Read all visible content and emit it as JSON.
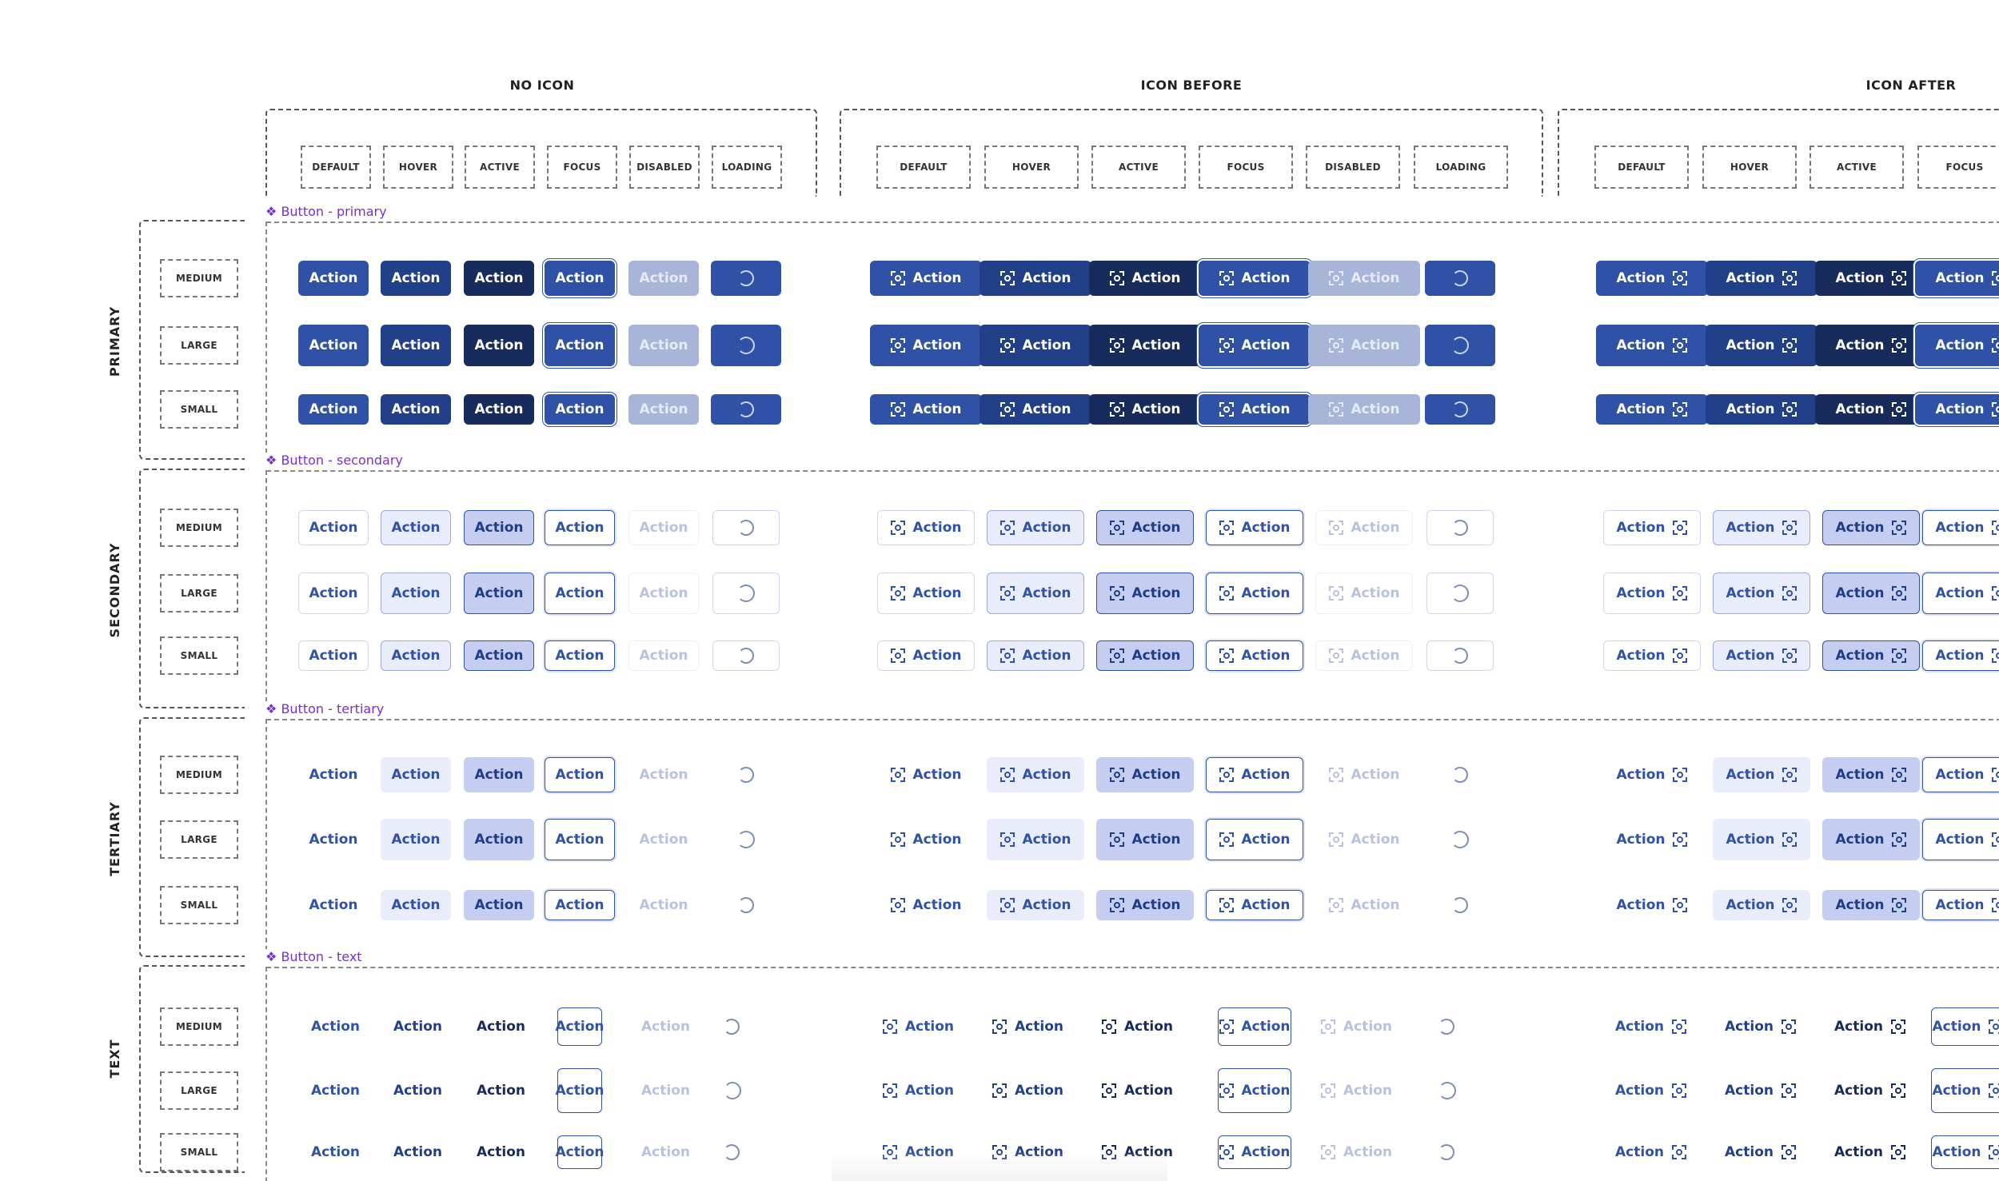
{
  "columns": {
    "groups": [
      "NO ICON",
      "ICON BEFORE",
      "ICON AFTER"
    ],
    "states": [
      "DEFAULT",
      "HOVER",
      "ACTIVE",
      "FOCUS",
      "DISABLED",
      "LOADING"
    ]
  },
  "sections": [
    {
      "title": "Button - primary",
      "label": "PRIMARY"
    },
    {
      "title": "Button - secondary",
      "label": "SECONDARY"
    },
    {
      "title": "Button - tertiary",
      "label": "TERTIARY"
    },
    {
      "title": "Button - text",
      "label": "TEXT"
    }
  ],
  "section_marker": "❖",
  "sizes": [
    "MEDIUM",
    "LARGE",
    "SMALL"
  ],
  "button_label": "Action",
  "colors": {
    "primary_default": "#2f52a6",
    "primary_hover": "#223f8a",
    "primary_active": "#172b5c",
    "primary_disabled": "#a7b5d8",
    "secondary_hover_bg": "#e8ecfb",
    "secondary_active_bg": "#c5cdf0",
    "text_blue": "#2f52a6",
    "section_title": "#7b2fd0"
  },
  "icons": {
    "focus_frame": "focus-frame-icon",
    "loading": "loading-spinner-icon"
  }
}
